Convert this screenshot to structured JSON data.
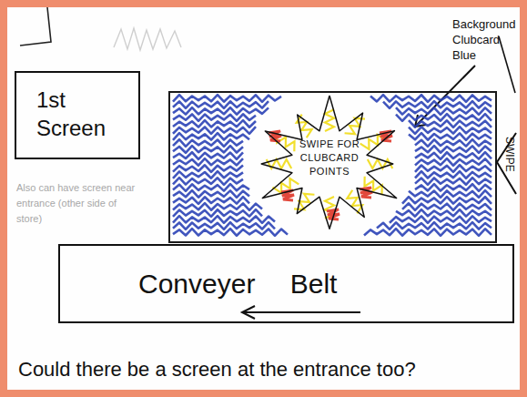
{
  "diagram": {
    "nodes": [
      {
        "text": [
          "1st Screen"
        ]
      },
      {
        "text": [
          "SWIPE FOR CLUBCARD POINTS"
        ]
      },
      {
        "text": [
          "Conveyer Belt"
        ]
      }
    ],
    "labels": [
      "Background Clubcard Blue",
      "SWIPE",
      "Also can have screen near entrance (other side of store)",
      "Could there be a screen at the entrance too?"
    ]
  }
}
